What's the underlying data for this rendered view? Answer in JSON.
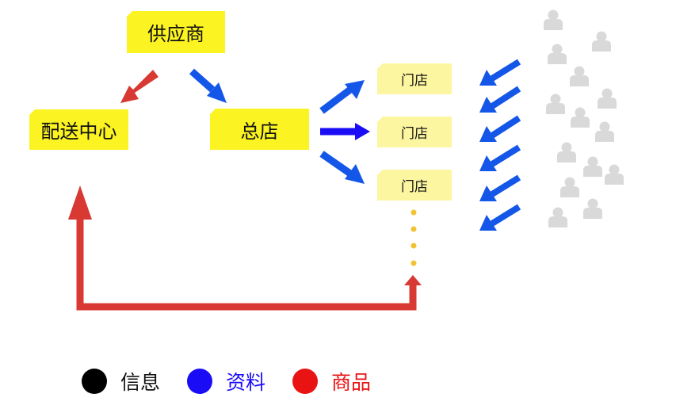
{
  "nodes": {
    "supplier": "供应商",
    "distribution_center": "配送中心",
    "head_store": "总店",
    "stores": [
      "门店",
      "门店",
      "门店"
    ]
  },
  "legend": [
    {
      "label": "信息",
      "color": "#000000"
    },
    {
      "label": "资料",
      "color": "#1a0cf5"
    },
    {
      "label": "商品",
      "color": "#ea1313"
    }
  ],
  "colors": {
    "node_fill": "#fbf322",
    "store_fill": "#fdf6a0",
    "info_arrow": "#1457e8",
    "data_arrow": "#1a0cf5",
    "goods_arrow": "#d83a33",
    "dots": "#f2c232",
    "customer": "#d9d9d9"
  },
  "icons": [
    "customer-icon"
  ]
}
